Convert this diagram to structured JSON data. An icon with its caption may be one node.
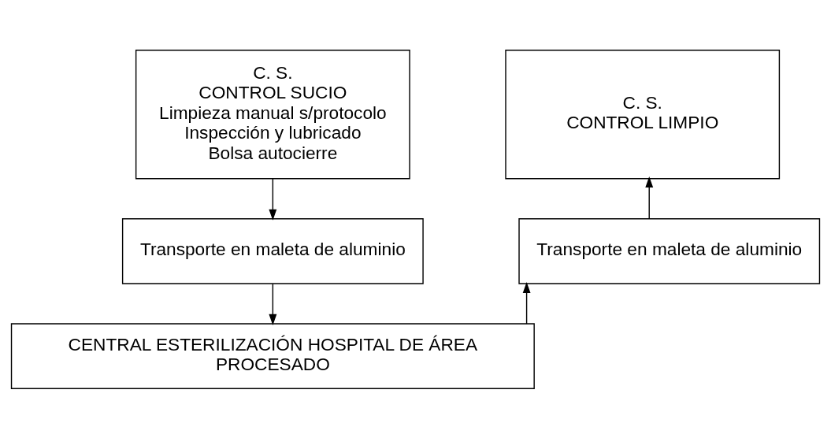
{
  "diagram": {
    "nodes": [
      {
        "text": [
          "C. S.",
          "CONTROL SUCIO",
          "Limpieza manual s/protocolo",
          "Inspección y lubricado",
          "Bolsa autocierre"
        ]
      },
      {
        "text": [
          "Transporte en maleta de aluminio"
        ]
      },
      {
        "text": [
          "CENTRAL ESTERILIZACIÓN HOSPITAL DE ÁREA",
          "PROCESADO"
        ]
      },
      {
        "text": [
          "Transporte en maleta de aluminio"
        ]
      },
      {
        "text": [
          "C. S.",
          "CONTROL LIMPIO"
        ]
      }
    ],
    "edges": [
      {
        "from": 0,
        "to": 1,
        "arrow": "to"
      },
      {
        "from": 1,
        "to": 2,
        "arrow": "to"
      },
      {
        "from": 2,
        "to": 3,
        "arrow": "to"
      },
      {
        "from": 3,
        "to": 4,
        "arrow": "to"
      }
    ]
  }
}
